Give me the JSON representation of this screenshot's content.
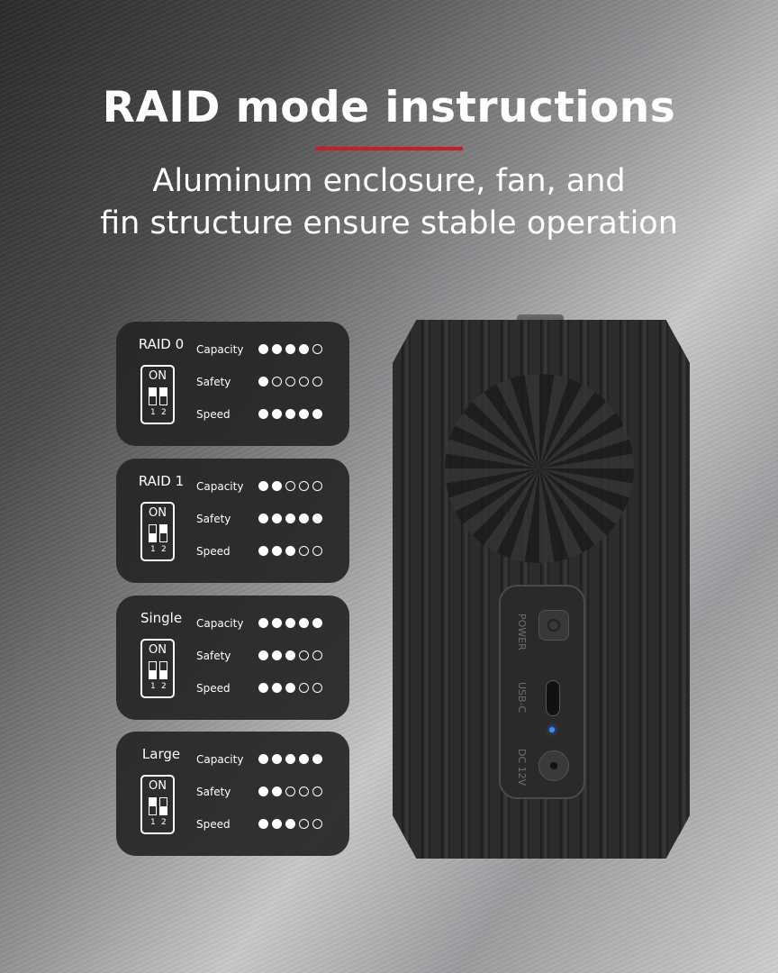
{
  "header": {
    "title": "RAID mode instructions",
    "subtitle_line1": "Aluminum enclosure, fan, and",
    "subtitle_line2": "fin structure ensure stable operation",
    "accent_color": "#c52026"
  },
  "labels": {
    "capacity": "Capacity",
    "safety": "Safety",
    "speed": "Speed"
  },
  "dip_switch": {
    "on_label": "ON",
    "num1": "1",
    "num2": "2"
  },
  "modes": [
    {
      "name": "RAID 0",
      "capacity": 4,
      "safety": 1,
      "speed": 5,
      "switch1": "up",
      "switch2": "up"
    },
    {
      "name": "RAID 1",
      "capacity": 2,
      "safety": 5,
      "speed": 3,
      "switch1": "down",
      "switch2": "up"
    },
    {
      "name": "Single",
      "capacity": 5,
      "safety": 3,
      "speed": 3,
      "switch1": "down",
      "switch2": "down"
    },
    {
      "name": "Large",
      "capacity": 5,
      "safety": 2,
      "speed": 3,
      "switch1": "up",
      "switch2": "down"
    }
  ],
  "rating_max": 5,
  "device": {
    "power_label": "POWER",
    "usb_label": "USB-C",
    "dc_label": "DC 12V",
    "led_color": "#3b8cff"
  }
}
